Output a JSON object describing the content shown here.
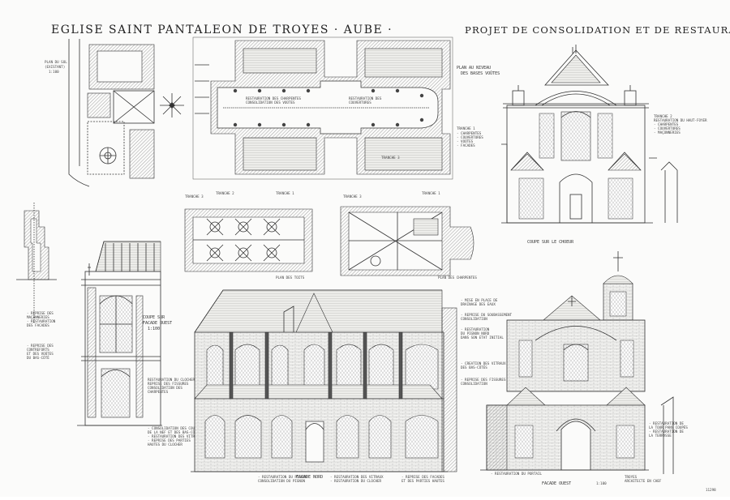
{
  "sheet": {
    "title": "EGLISE SAINT PANTALEON DE TROYES · AUBE ·",
    "subtitle": "PROJET DE CONSOLIDATION ET DE RESTAURATION"
  },
  "labels": {
    "plan_sol": "PLAN DU SOL (EXISTANT) 1:100",
    "plan_voutes": "PLAN AU NIVEAU DES BASES VOÛTES",
    "coupe_choeur": "COUPE SUR LE CHOEUR",
    "coupe_facade": "COUPE SUR FACADE OUEST 1:100",
    "plan_toits": "PLAN DES TOITS",
    "plan_charpente": "PLAN DES CHARPENTES",
    "facade_nord": "FACADE NORD",
    "facade_ouest": "FACADE OUEST",
    "tranche_1": "TRANCHE 1",
    "tranche_2": "TRANCHE 2",
    "tranche_3": "TRANCHE 3",
    "scale": "1:100",
    "corner_no": "11298"
  }
}
